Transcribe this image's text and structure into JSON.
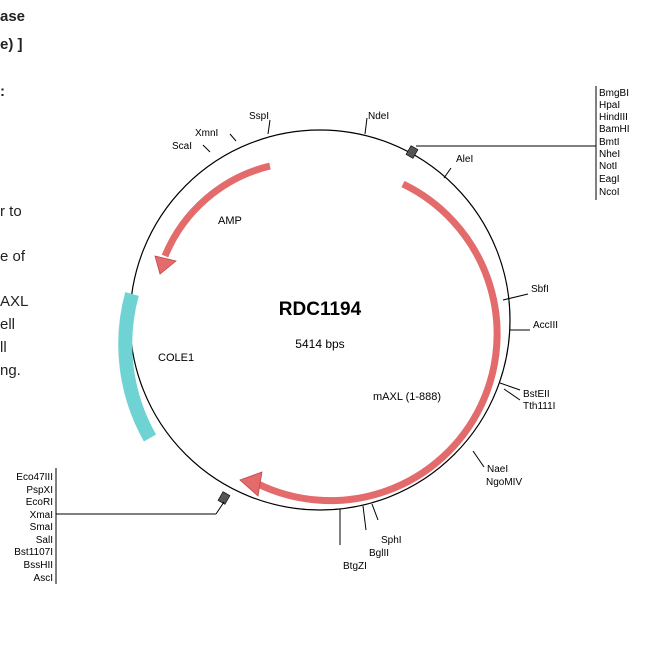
{
  "document_fragments": [
    "ase",
    "e) ]",
    ":",
    "r to",
    "e of",
    "AXL",
    "ell",
    "ll",
    "ng."
  ],
  "plasmid": {
    "name": "RDC1194",
    "size": "5414 bps",
    "colors": {
      "insert": "#e36b6b",
      "origin": "#6fd3d3",
      "backbone": "#000000"
    }
  },
  "features": {
    "amp": "AMP",
    "cole1": "COLE1",
    "maxl": "mAXL (1-888)"
  },
  "sites": {
    "sspi": "SspI",
    "ndei": "NdeI",
    "xmni": "XmnI",
    "scai": "ScaI",
    "alei": "AleI",
    "sbfi": "SbfI",
    "acciii": "AccIII",
    "bsteii": "BstEII",
    "tth111i": "Tth111I",
    "naei": "NaeI",
    "ngomiv": "NgoMIV",
    "sphi": "SphI",
    "bglii": "BglII",
    "btgzi": "BtgZI"
  },
  "mcs_top": [
    "BmgBI",
    "HpaI",
    "HindIII",
    "BamHI",
    "BmtI",
    "NheI",
    "NotI",
    "EagI",
    "NcoI"
  ],
  "mcs_bottom": [
    "Eco47III",
    "PspXI",
    "EcoRI",
    "XmaI",
    "SmaI",
    "SalI",
    "Bst1107I",
    "BssHII",
    "AscI"
  ]
}
